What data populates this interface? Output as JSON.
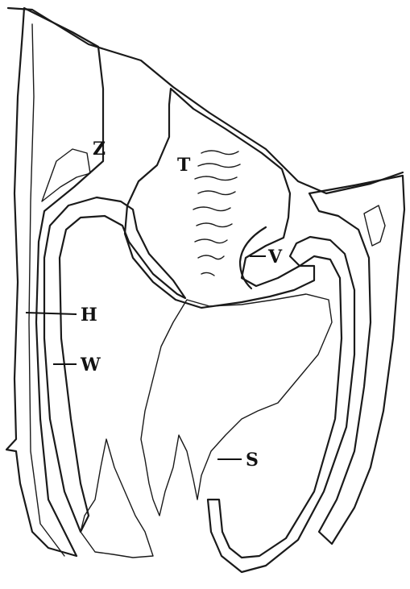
{
  "figure": {
    "labels": {
      "Z": "Z",
      "T": "T",
      "V": "V",
      "H": "H",
      "W": "W",
      "S": "S"
    }
  },
  "colors": {
    "ink": "#1a1a1a",
    "paper": "#ffffff"
  }
}
